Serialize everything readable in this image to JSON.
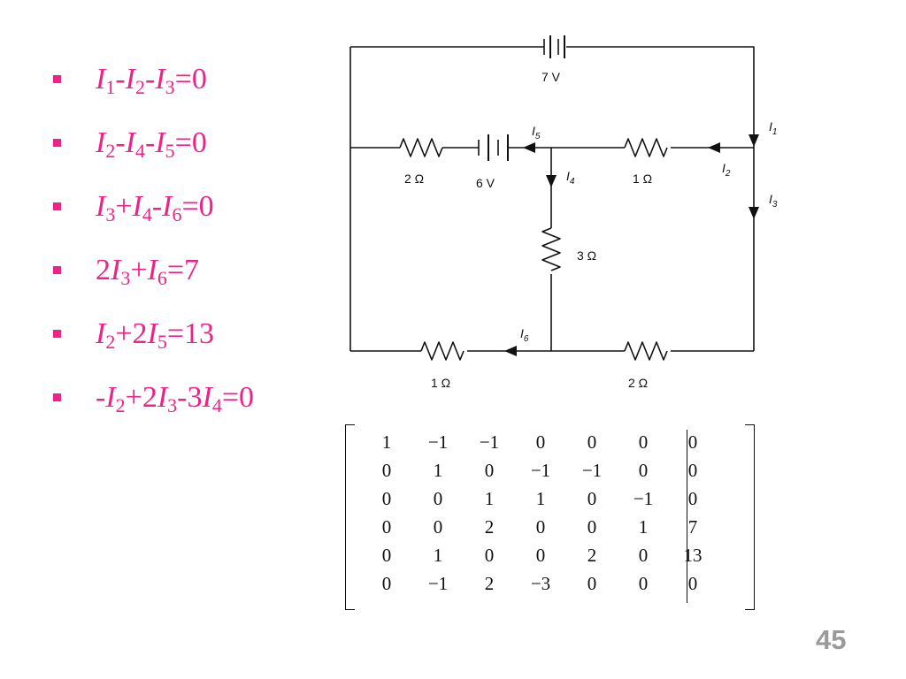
{
  "colors": {
    "equation_text": "#ee2288",
    "bullet": "#ee2288",
    "line": "#111111",
    "page_number": "#9a9a9a"
  },
  "equations": [
    [
      {
        "t": "I",
        "i": true
      },
      {
        "s": "1"
      },
      {
        "t": "-"
      },
      {
        "t": "I",
        "i": true
      },
      {
        "s": "2"
      },
      {
        "t": "-"
      },
      {
        "t": "I",
        "i": true
      },
      {
        "s": "3"
      },
      {
        "t": "=0"
      }
    ],
    [
      {
        "t": "I",
        "i": true
      },
      {
        "s": "2"
      },
      {
        "t": "-"
      },
      {
        "t": "I",
        "i": true
      },
      {
        "s": "4"
      },
      {
        "t": "-"
      },
      {
        "t": "I",
        "i": true
      },
      {
        "s": "5"
      },
      {
        "t": "=0"
      }
    ],
    [
      {
        "t": "I",
        "i": true
      },
      {
        "s": "3"
      },
      {
        "t": "+"
      },
      {
        "t": "I",
        "i": true
      },
      {
        "s": "4"
      },
      {
        "t": "-"
      },
      {
        "t": "I",
        "i": true
      },
      {
        "s": "6"
      },
      {
        "t": "=0"
      }
    ],
    [
      {
        "t": "2"
      },
      {
        "t": "I",
        "i": true
      },
      {
        "s": "3"
      },
      {
        "t": "+"
      },
      {
        "t": "I",
        "i": true
      },
      {
        "s": "6"
      },
      {
        "t": "=7"
      }
    ],
    [
      {
        "t": "I",
        "i": true
      },
      {
        "s": "2"
      },
      {
        "t": "+2"
      },
      {
        "t": "I",
        "i": true
      },
      {
        "s": "5"
      },
      {
        "t": "=13"
      }
    ],
    [
      {
        "t": "-"
      },
      {
        "t": "I",
        "i": true
      },
      {
        "s": "2"
      },
      {
        "t": "+2"
      },
      {
        "t": "I",
        "i": true
      },
      {
        "s": "3"
      },
      {
        "t": "-3"
      },
      {
        "t": "I",
        "i": true
      },
      {
        "s": "4"
      },
      {
        "t": "=0"
      }
    ]
  ],
  "circuit": {
    "battery_top": "7 V",
    "battery_mid": "6 V",
    "r_left_mid": "2 Ω",
    "r_right_mid": "1 Ω",
    "r_center": "3 Ω",
    "r_bottom_left": "1 Ω",
    "r_bottom_right": "2 Ω",
    "currents": {
      "i1": {
        "main": "I",
        "sub": "1"
      },
      "i2": {
        "main": "I",
        "sub": "2"
      },
      "i3": {
        "main": "I",
        "sub": "3"
      },
      "i4": {
        "main": "I",
        "sub": "4"
      },
      "i5": {
        "main": "I",
        "sub": "5"
      },
      "i6": {
        "main": "I",
        "sub": "6"
      }
    }
  },
  "matrix": {
    "rows": [
      [
        "1",
        "−1",
        "−1",
        "0",
        "0",
        "0",
        "0"
      ],
      [
        "0",
        "1",
        "0",
        "−1",
        "−1",
        "0",
        "0"
      ],
      [
        "0",
        "0",
        "1",
        "1",
        "0",
        "−1",
        "0"
      ],
      [
        "0",
        "0",
        "2",
        "0",
        "0",
        "1",
        "7"
      ],
      [
        "0",
        "1",
        "0",
        "0",
        "2",
        "0",
        "13"
      ],
      [
        "0",
        "−1",
        "2",
        "−3",
        "0",
        "0",
        "0"
      ]
    ]
  },
  "page_number": "45"
}
